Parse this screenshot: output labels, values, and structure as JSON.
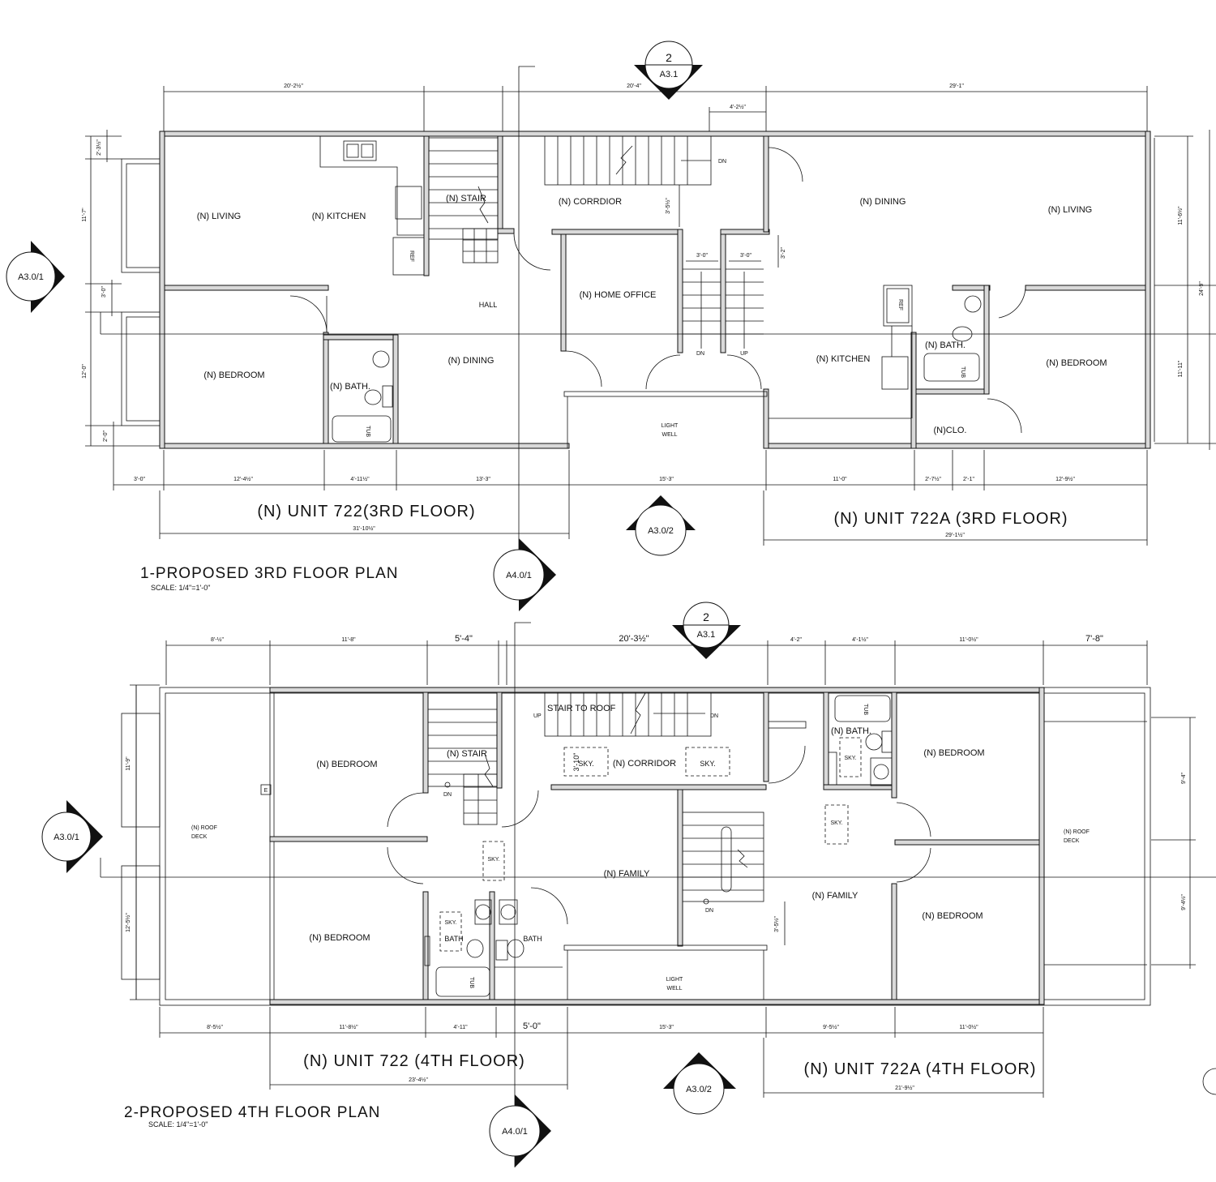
{
  "plan1": {
    "title": "1-PROPOSED 3RD FLOOR PLAN",
    "scale": "SCALE: 1/4\"=1'-0\"",
    "unit_left": "(N) UNIT 722(3RD FLOOR)",
    "unit_right": "(N) UNIT 722A (3RD FLOOR)",
    "rooms": {
      "living_l": "(N) LIVING",
      "kitchen_l": "(N) KITCHEN",
      "stair": "(N) STAIR",
      "ref_l": "REF",
      "corridor": "(N) CORRDIOR",
      "dn": "DN",
      "dining_r": "(N) DINING",
      "living_r": "(N) LIVING",
      "hall": "HALL",
      "home_office": "(N) HOME OFFICE",
      "bedroom_l": "(N) BEDROOM",
      "bath_l": "(N) BATH.",
      "tub_l": "TUB",
      "dining_l": "(N)  DINING",
      "stair_dn": "DN",
      "stair_up": "UP",
      "light_well_1": "LIGHT",
      "light_well_2": "WELL",
      "kitchen_r": "(N) KITCHEN",
      "ref_r": "REF",
      "bath_r": "(N) BATH.",
      "tub_r": "TUB",
      "bedroom_r": "(N) BEDROOM",
      "closet": "(N)CLO."
    },
    "dims": {
      "top1": "20'-2½\"",
      "top2": "20'-4\"",
      "top3": "29'-1\"",
      "top4": "4'-2½\"",
      "stair_clear": "3'-5½\"",
      "w1": "3'-0\"",
      "w2": "3'-0\"",
      "h1": "3'-2\"",
      "l1": "2'-3½\"",
      "l2": "11'-7\"",
      "l3": "3'-0\"",
      "l4": "12'-0\"",
      "l5": "2'-0\"",
      "r1": "11'-6½\"",
      "r2": "24'-9\"",
      "r3": "11'-11\"",
      "b1": "3'-0\"",
      "b2": "12'-4½\"",
      "b3": "4'-11½\"",
      "b4": "13'-3\"",
      "b5": "15'-3\"",
      "b6": "11'-0\"",
      "b7": "2'-7½\"",
      "b8": "2'-1\"",
      "b9": "12'-9½\"",
      "overall_l": "31'-10½\"",
      "overall_r": "29'-1½\""
    },
    "markers": {
      "sec_top_num": "2",
      "sec_top_ref": "A3.1",
      "left": "A3.0/1",
      "bottom": "A3.0/2",
      "cut": "A4.0/1"
    }
  },
  "plan2": {
    "title": "2-PROPOSED 4TH  FLOOR  PLAN",
    "scale": "SCALE: 1/4\"=1'-0\"",
    "unit_left": "(N) UNIT 722 (4TH FLOOR)",
    "unit_right": "(N) UNIT 722A (4TH FLOOR)",
    "rooms": {
      "bedroom_tl": "(N) BEDROOM",
      "stair": "(N) STAIR",
      "dn_stair": "DN",
      "up": "UP",
      "stair_to_roof": "STAIR TO ROOF",
      "dn": "DN",
      "sky_c1": "SKY.",
      "corridor": "(N) CORRIDOR",
      "sky_c2": "SKY.",
      "clear": "3'-10\"",
      "tub_tr": "TUB",
      "bath_r": "(N) BATH.",
      "sky_bath_r": "SKY.",
      "bedroom_tr": "(N) BEDROOM",
      "roof_deck_l1": "(N) ROOF",
      "roof_deck_l2": "DECK",
      "e_box": "E",
      "sky_stair": "SKY.",
      "family_l": "(N) FAMILY",
      "sky_r": "SKY.",
      "roof_deck_r1": "(N) ROOF",
      "roof_deck_r2": "DECK",
      "bedroom_bl": "(N) BEDROOM",
      "sky_bath_l": "SKY.",
      "bath_l1": "BATH",
      "bath_l2": "BATH",
      "tub_bl": "TUB",
      "light_well_1": "LIGHT",
      "light_well_2": "WELL",
      "dn_stair_r": "DN",
      "family_r": "(N) FAMILY",
      "bedroom_br": "(N) BEDROOM"
    },
    "dims": {
      "t1": "8'-½\"",
      "t2": "11'-8\"",
      "t3": "5'-4\"",
      "t4": "20'-3½\"",
      "t5": "4'-2\"",
      "t6": "4'-1½\"",
      "t7": "11'-0½\"",
      "t8": "7'-8\"",
      "l1": "11'-9\"",
      "l2": "12'-5½\"",
      "r1": "9'-4\"",
      "r2": "9'-4½\"",
      "mid": "3'-5½\"",
      "b1": "8'-5½\"",
      "b2": "11'-8½\"",
      "b3": "4'-11\"",
      "b4": "5'-0\"",
      "b5": "15'-3\"",
      "b6": "9'-5½\"",
      "b7": "11'-0½\"",
      "overall_l": "23'-4½\"",
      "overall_r": "21'-9½\""
    },
    "markers": {
      "sec_top_num": "2",
      "sec_top_ref": "A3.1",
      "left": "A3.0/1",
      "bottom": "A3.0/2",
      "cut": "A4.0/1"
    }
  }
}
